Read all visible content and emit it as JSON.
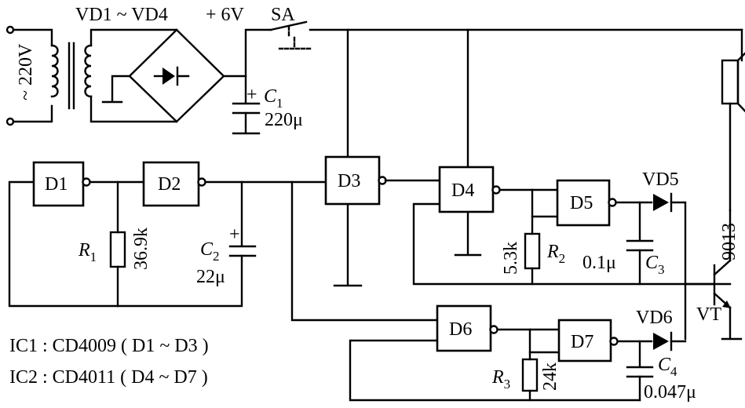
{
  "supply": {
    "mains": "~ 220V",
    "rectifier": "VD1 ~ VD4",
    "rail": "+ 6V",
    "switch": "SA"
  },
  "c1": {
    "name": "C",
    "sub": "1",
    "value": "220μ",
    "polarity": "+"
  },
  "c2": {
    "name": "C",
    "sub": "2",
    "value": "22μ",
    "polarity": "+"
  },
  "c3": {
    "name": "C",
    "sub": "3",
    "value": "0.1μ"
  },
  "c4": {
    "name": "C",
    "sub": "4",
    "value": "0.047μ"
  },
  "r1": {
    "name": "R",
    "sub": "1",
    "value": "36.9k"
  },
  "r2": {
    "name": "R",
    "sub": "2",
    "value": "5.3k"
  },
  "r3": {
    "name": "R",
    "sub": "3",
    "value": "24k"
  },
  "gates": [
    "D1",
    "D2",
    "D3",
    "D4",
    "D5",
    "D6",
    "D7"
  ],
  "diodes": {
    "vd5": "VD5",
    "vd6": "VD6"
  },
  "transistor": {
    "name": "VT",
    "type": "9013"
  },
  "notes": {
    "ic1": "IC1 : CD4009 ( D1 ~ D3 )",
    "ic2": "IC2 : CD4011 ( D4 ~ D7 )"
  }
}
